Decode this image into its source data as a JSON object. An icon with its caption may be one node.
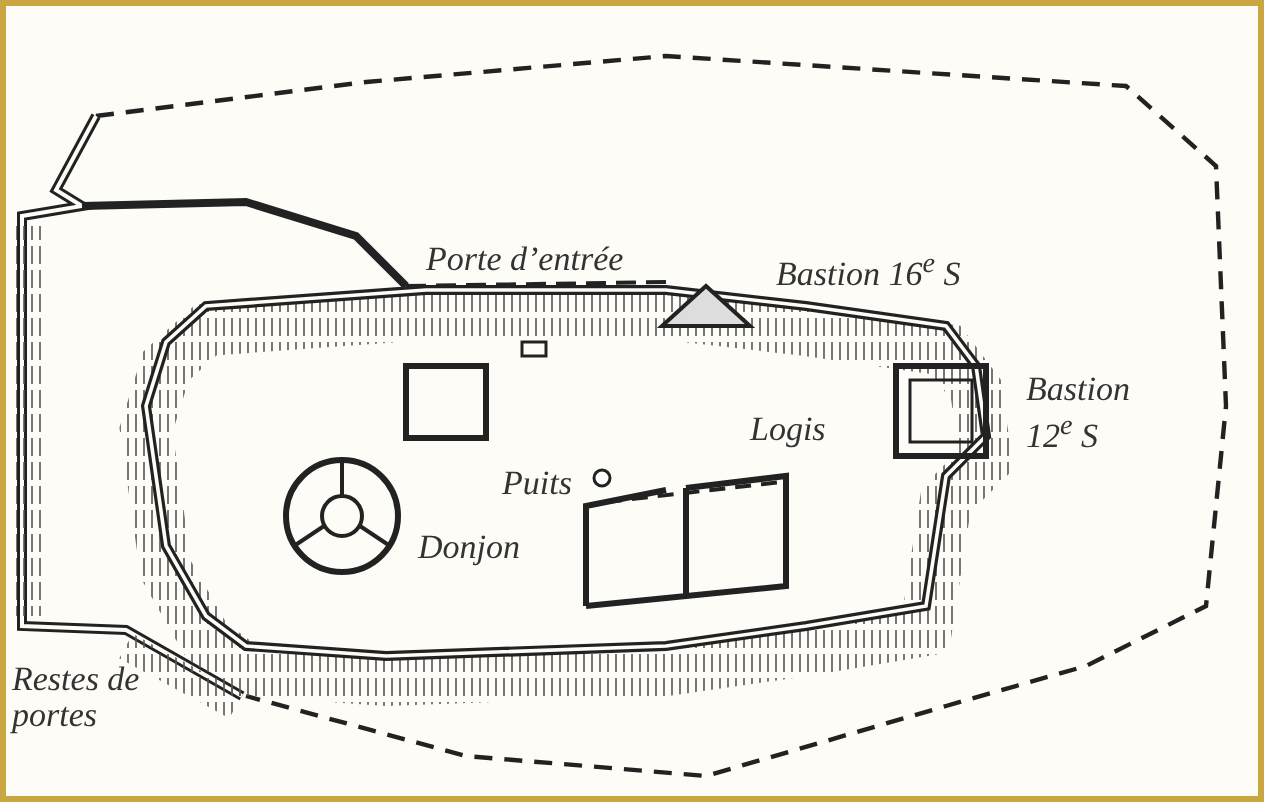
{
  "diagram": {
    "labels": [
      "Porte d’entrée",
      "Bastion 16$^{e}$ S",
      "Bastion 12$^{e}$ S",
      "Logis",
      "Puits",
      "Donjon",
      "Restes de portes"
    ]
  }
}
